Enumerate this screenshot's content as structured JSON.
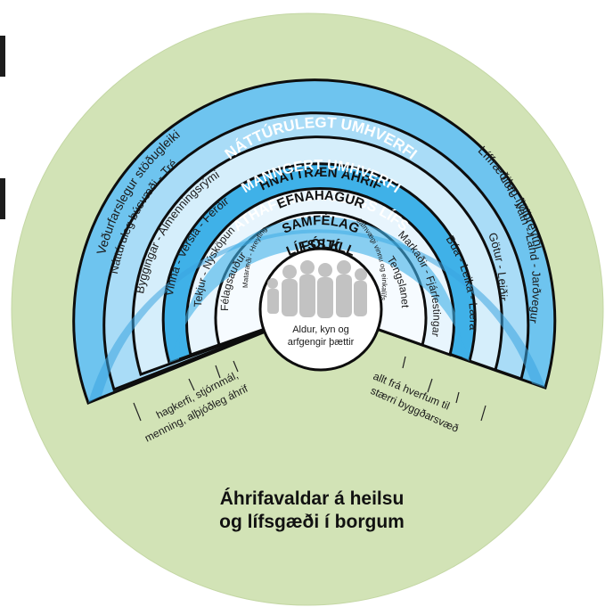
{
  "diagram": {
    "outer_label": "HNATTRÆN ÁHRIF",
    "left_side_label": "Veðurfarslegur stöðugleiki",
    "right_side_label": "Líffræðileg fjölbreytni",
    "bands": {
      "natturulegt": "NÁTTÚRULEGT UMHVERFI",
      "manngert": "MANNGERT UMHVERFI",
      "athafnir": "ATHAFNIR DAGLEGS LÍFS",
      "efnahagur": "EFNAHAGUR",
      "samfelag": "SAMFÉLAG",
      "lifsstill": "LÍFSSTÍLL",
      "folk": "FÓLK"
    },
    "arc_texts": {
      "natturulegt_left": "Náttúruleg búsvæði - Tré",
      "natturulegt_right": "Loft - Vatn - Land - Jarðvegur",
      "manngert_left": "Byggingar - Almenningsrými",
      "manngert_right": "Götur - Leiðir",
      "athafnir_left": "Vinna - Versla - Ferðir",
      "athafnir_right": "Búa - Leika - Læra",
      "efnahagur_left": "Tekjur - Nýsköpun",
      "efnahagur_right": "Markaðir - Fjárfestingar",
      "samfelag_left": "Félagsauður",
      "samfelag_right": "Tengslanet",
      "lifsstill_left": "Mataræði - Hreyfing",
      "lifsstill_right": "Jafnvægi vinnu og einkalífs"
    },
    "center": {
      "line1": "Aldur, kyn og",
      "line2": "arfgengir þættir"
    },
    "bottom_left_note": {
      "line1": "hagkerfi, stjórnmál,",
      "line2": "menning, alþjóðleg áhrif"
    },
    "bottom_right_note": {
      "line1": "allt frá hverfum til",
      "line2": "stærri byggðarsvæða"
    },
    "caption": {
      "line1": "Áhrifavaldar á heilsu",
      "line2": "og lífsgæði í borgum"
    },
    "colors": {
      "outer_green": "#d2e3b6",
      "natturulegt_band": "#6ec4ef",
      "manngert_band": "#a9dcf7",
      "athafnir_band": "#d5eefb",
      "efnahagur_band": "#3fb1e8",
      "samfelag_band": "#e8f5fd",
      "head_band": "#3aa4e0",
      "outline": "#0d0d0d"
    }
  }
}
